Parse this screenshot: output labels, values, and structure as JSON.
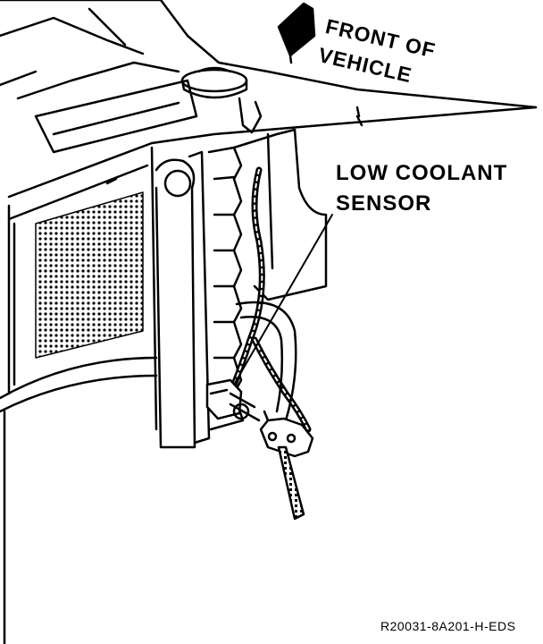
{
  "labels": {
    "front_line1": "FRONT OF",
    "front_line2": "VEHICLE",
    "sensor_line1": "LOW COOLANT",
    "sensor_line2": "SENSOR"
  },
  "figure_id": "R20031-8A201-H-EDS",
  "colors": {
    "ink": "#000000",
    "paper": "#ffffff"
  }
}
